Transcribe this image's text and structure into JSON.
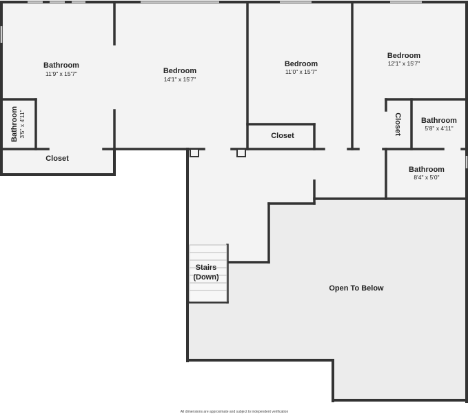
{
  "rooms": {
    "bathroom_nw": {
      "name": "Bathroom",
      "dims": "11'9\" x 15'7\""
    },
    "bedroom_1": {
      "name": "Bedroom",
      "dims": "14'1\" x 15'7\""
    },
    "bedroom_2": {
      "name": "Bedroom",
      "dims": "11'0\" x 15'7\""
    },
    "bedroom_3": {
      "name": "Bedroom",
      "dims": "12'1\" x 15'7\""
    },
    "bathroom_small": {
      "name": "Bathroom",
      "dims": "3'5\" x 4'11\""
    },
    "closet_bed2": {
      "name": "Closet"
    },
    "closet_west": {
      "name": "Closet"
    },
    "closet_east": {
      "name": "Closet"
    },
    "bathroom_ne": {
      "name": "Bathroom",
      "dims": "5'8\" x 4'11\""
    },
    "bathroom_e": {
      "name": "Bathroom",
      "dims": "8'4\" x 5'0\""
    },
    "stairs": {
      "line1": "Stairs",
      "line2": "(Down)"
    },
    "open_below": {
      "name": "Open To Below"
    }
  },
  "disclaimer": "All dimensions are approximate and subject to independent verification"
}
